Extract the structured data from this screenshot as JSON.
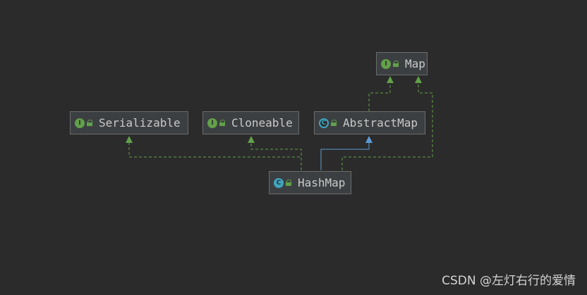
{
  "nodes": [
    {
      "id": "map",
      "label": "Map",
      "kind": "interface",
      "kind_letter": "I"
    },
    {
      "id": "serializable",
      "label": "Serializable",
      "kind": "interface",
      "kind_letter": "I"
    },
    {
      "id": "cloneable",
      "label": "Cloneable",
      "kind": "interface",
      "kind_letter": "I"
    },
    {
      "id": "abstractmap",
      "label": "AbstractMap",
      "kind": "abstract",
      "kind_letter": "C"
    },
    {
      "id": "hashmap",
      "label": "HashMap",
      "kind": "class",
      "kind_letter": "C"
    }
  ],
  "edges": [
    {
      "from": "hashmap",
      "to": "serializable",
      "type": "implements"
    },
    {
      "from": "hashmap",
      "to": "cloneable",
      "type": "implements"
    },
    {
      "from": "hashmap",
      "to": "abstractmap",
      "type": "extends"
    },
    {
      "from": "hashmap",
      "to": "map",
      "type": "implements"
    },
    {
      "from": "abstractmap",
      "to": "map",
      "type": "implements"
    }
  ],
  "colors": {
    "implements": "#62a04a",
    "extends": "#5b9bd5",
    "background": "#2b2b2b"
  },
  "watermark": "CSDN @左灯右行的爱情"
}
